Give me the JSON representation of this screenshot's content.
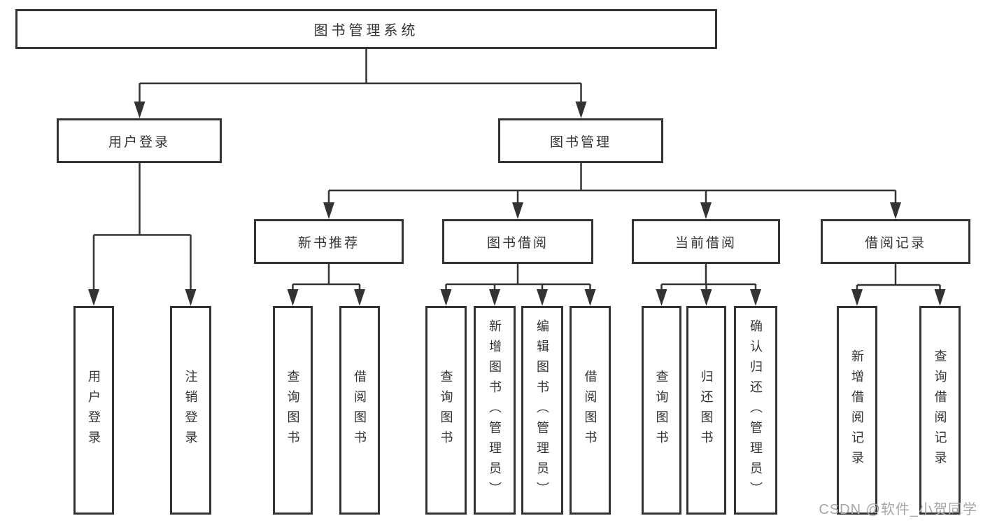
{
  "tree": {
    "root": {
      "label": "图书管理系统"
    },
    "branches": [
      {
        "label": "用户登录",
        "children": [
          {
            "label": "用户登录"
          },
          {
            "label": "注销登录"
          }
        ]
      },
      {
        "label": "图书管理",
        "children": [
          {
            "label": "新书推荐",
            "children": [
              {
                "label": "查询图书"
              },
              {
                "label": "借阅图书"
              }
            ]
          },
          {
            "label": "图书借阅",
            "children": [
              {
                "label": "查询图书"
              },
              {
                "label": "新增图书（管理员）"
              },
              {
                "label": "编辑图书（管理员）"
              },
              {
                "label": "借阅图书"
              }
            ]
          },
          {
            "label": "当前借阅",
            "children": [
              {
                "label": "查询图书"
              },
              {
                "label": "归还图书"
              },
              {
                "label": "确认归还（管理员）"
              }
            ]
          },
          {
            "label": "借阅记录",
            "children": [
              {
                "label": "新增借阅记录"
              },
              {
                "label": "查询借阅记录"
              }
            ]
          }
        ]
      }
    ]
  },
  "watermark": {
    "text": "CSDN @软件_小贺同学"
  },
  "colors": {
    "line": "#333333",
    "text": "#333333",
    "background": "#ffffff",
    "watermark": "#a6a6a6"
  }
}
